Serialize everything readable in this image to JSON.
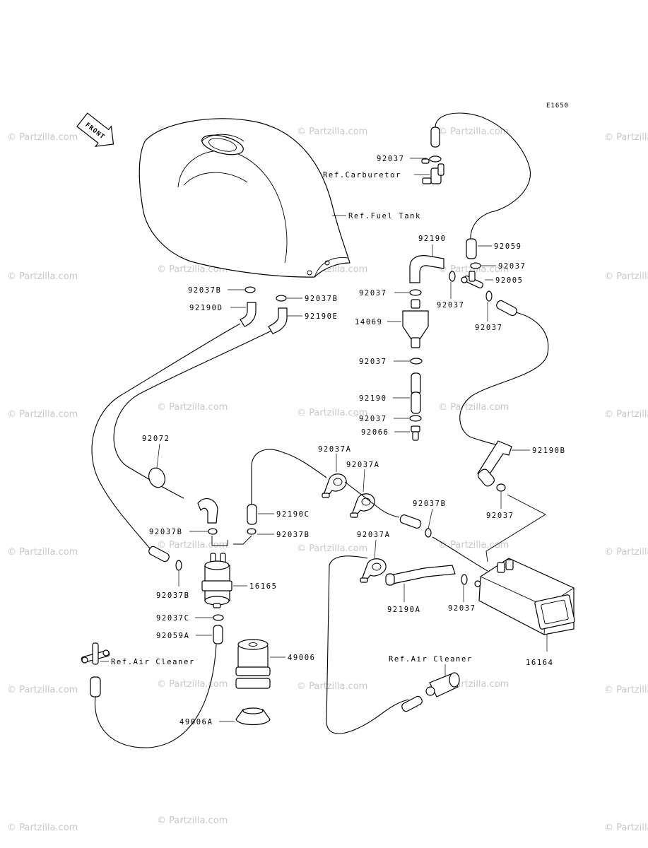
{
  "diagram": {
    "code": "E1650",
    "front_label": "FRONT",
    "labels": {
      "carb_92037": "92037",
      "ref_carburetor": "Ref.Carburetor",
      "ref_fuel_tank": "Ref.Fuel Tank",
      "p92059": "92059",
      "p92037_r1": "92037",
      "p92005": "92005",
      "p92190_top": "92190",
      "p92037_left_top": "92037",
      "p92037_under_top": "92037",
      "p92037_under_tee": "92037",
      "p14069": "14069",
      "p92037_f1": "92037",
      "p92190_mid": "92190",
      "p92037_f2": "92037",
      "p92066": "92066",
      "p92037B_l": "92037B",
      "p92037B_r": "92037B",
      "p92190D": "92190D",
      "p92190E": "92190E",
      "p92072": "92072",
      "p92037A_1": "92037A",
      "p92037A_2": "92037A",
      "p92190B": "92190B",
      "p92037_rb": "92037",
      "p92190C": "92190C",
      "p92037B_m": "92037B",
      "p92037B_s": "92037B",
      "p92037B_c": "92037B",
      "p92037A_3": "92037A",
      "p92037B_pl": "92037B",
      "p16165": "16165",
      "p92037C": "92037C",
      "p92190A": "92190A",
      "p92037_can": "92037",
      "p92059A": "92059A",
      "ref_air_cleaner_l": "Ref.Air Cleaner",
      "ref_air_cleaner_r": "Ref.Air Cleaner",
      "p49006": "49006",
      "p16164": "16164",
      "p49006A": "49006A"
    },
    "watermarks": [
      "© Partzilla.com",
      "© Partzilla.com",
      "© Partzilla.com",
      "© Partzilla.com",
      "© Partzilla.com",
      "© Partzilla.com",
      "© Partzilla.com",
      "© Partzilla.com",
      "© Partzilla.com",
      "© Partzilla.com",
      "© Partzilla.com",
      "© Partzilla.com",
      "© Partzilla.com",
      "© Partzilla.com",
      "© Partzilla.com",
      "© Partzilla.com",
      "© Partzilla.com",
      "© Partzilla.com",
      "© Partzilla.com",
      "© Partzilla.com",
      "© Partzilla.com",
      "© Partzilla.com",
      "© Partzilla.com",
      "© Partzilla.com",
      "© Partzilla.com",
      "© Partzilla.com",
      "© Partzilla.com",
      "© Partzilla.com"
    ]
  }
}
